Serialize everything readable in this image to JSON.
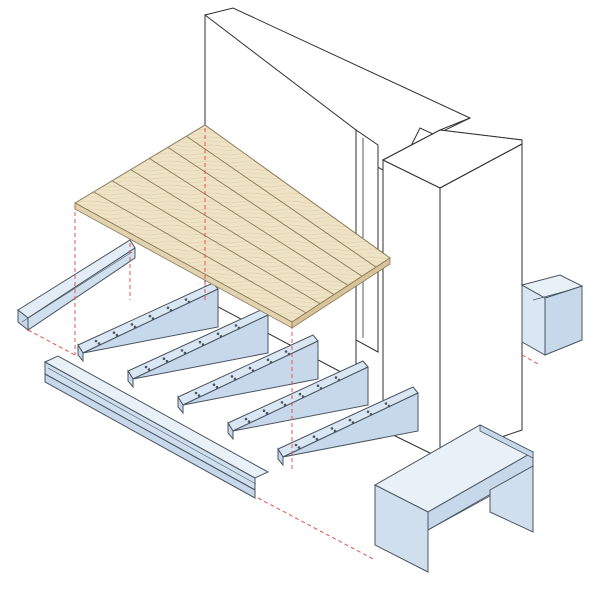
{
  "diagram": {
    "kind": "exploded-isometric-construction-view",
    "labels": [],
    "components": {
      "wall": "back-wall",
      "pilaster": "wall-pilaster",
      "decking": "timber-deck-boards",
      "brackets": "cantilever-steel-brackets",
      "front_channel": "front-edge-channel",
      "back_channel": "rear-wall-channel",
      "right_box": "side-support-box",
      "bench_table": "steel-bench-table"
    },
    "bracket_count": 5,
    "deck_board_count": 7
  },
  "colors": {
    "steel_fill": "#d9e6f3",
    "steel_fill_dark": "#c7d8ea",
    "steel_stroke": "#4a5560",
    "wood_light": "#efe3c6",
    "wood_grain": "#d8c49b",
    "wall": "#ffffff",
    "line": "#2f2f2f",
    "guide_line": "#e0554f"
  }
}
